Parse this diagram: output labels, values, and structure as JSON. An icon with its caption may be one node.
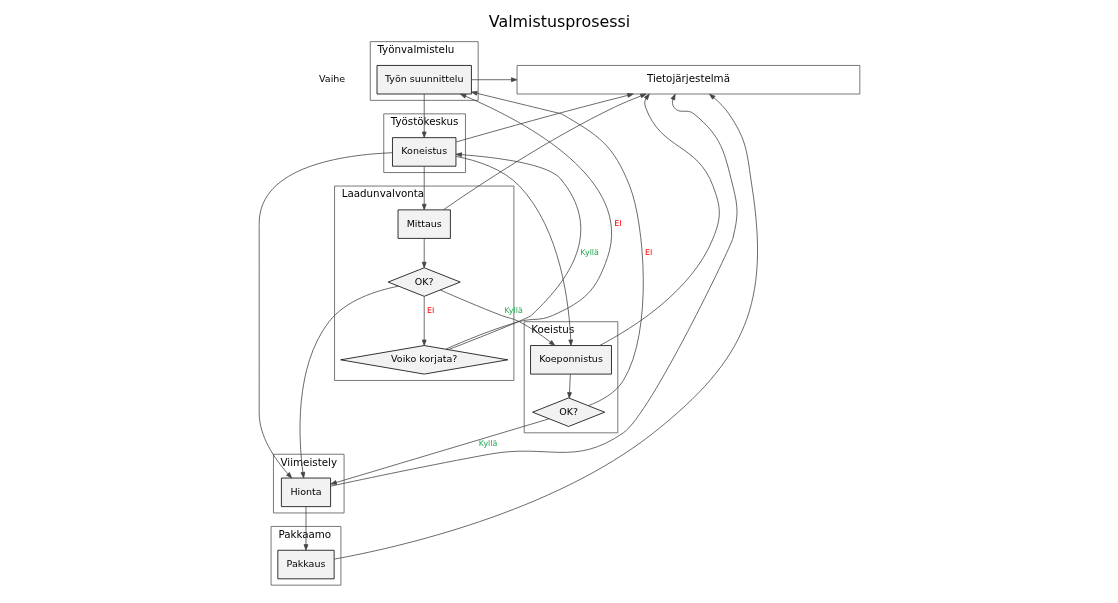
{
  "diagram": {
    "title": "Valmistusprosessi",
    "nodes": [
      {
        "text": [
          "Työnvalmistelu"
        ]
      },
      {
        "text": [
          "Työstökeskus"
        ]
      },
      {
        "text": [
          "Laadunvalvonta"
        ]
      },
      {
        "text": [
          "Koeistus"
        ]
      },
      {
        "text": [
          "Viimeistely"
        ]
      },
      {
        "text": [
          "Pakkaamo"
        ]
      },
      {
        "text": [
          "Tietojärjestelmä"
        ]
      },
      {
        "text": [
          "Työn suunnittelu"
        ],
        "in": 0
      },
      {
        "text": [
          "Koneistus"
        ],
        "in": 1
      },
      {
        "text": [
          "Mittaus"
        ],
        "in": 2
      },
      {
        "text": [
          "OK?"
        ],
        "in": 2
      },
      {
        "text": [
          "Voiko korjata?"
        ],
        "in": 2
      },
      {
        "text": [
          "Koeponnistus"
        ],
        "in": 3
      },
      {
        "text": [
          "OK?"
        ],
        "in": 3
      },
      {
        "text": [
          "Hionta"
        ],
        "in": 4
      },
      {
        "text": [
          "Pakkaus"
        ],
        "in": 5
      }
    ],
    "edges": [
      {
        "from": 7,
        "to": 8,
        "arrow": "to"
      },
      {
        "from": 7,
        "to": 6,
        "arrow": "to"
      },
      {
        "from": 8,
        "to": 9,
        "arrow": "to"
      },
      {
        "from": 8,
        "to": 6,
        "arrow": "to"
      },
      {
        "from": 8,
        "to": 12,
        "arrow": "to"
      },
      {
        "from": 8,
        "to": 14,
        "arrow": "to"
      },
      {
        "from": 9,
        "to": 10,
        "arrow": "to"
      },
      {
        "from": 9,
        "to": 6,
        "arrow": "to"
      },
      {
        "from": 10,
        "to": 11,
        "arrow": "to",
        "label": "EI"
      },
      {
        "from": 10,
        "to": 12,
        "arrow": "to",
        "label": "Kyllä"
      },
      {
        "from": 10,
        "to": 14,
        "arrow": "to"
      },
      {
        "from": 11,
        "to": 8,
        "arrow": "to",
        "label": "Kyllä"
      },
      {
        "from": 11,
        "to": 7,
        "arrow": "to",
        "label": "EI"
      },
      {
        "from": 12,
        "to": 13,
        "arrow": "to"
      },
      {
        "from": 12,
        "to": 6,
        "arrow": "to"
      },
      {
        "from": 13,
        "to": 7,
        "arrow": "to",
        "label": "EI"
      },
      {
        "from": 13,
        "to": 14,
        "arrow": "to",
        "label": "Kyllä"
      },
      {
        "from": 14,
        "to": 15,
        "arrow": "to"
      },
      {
        "from": 14,
        "to": 6,
        "arrow": "to"
      },
      {
        "from": 15,
        "to": 6,
        "arrow": "to"
      }
    ],
    "labels": [
      "Vaihe"
    ]
  }
}
